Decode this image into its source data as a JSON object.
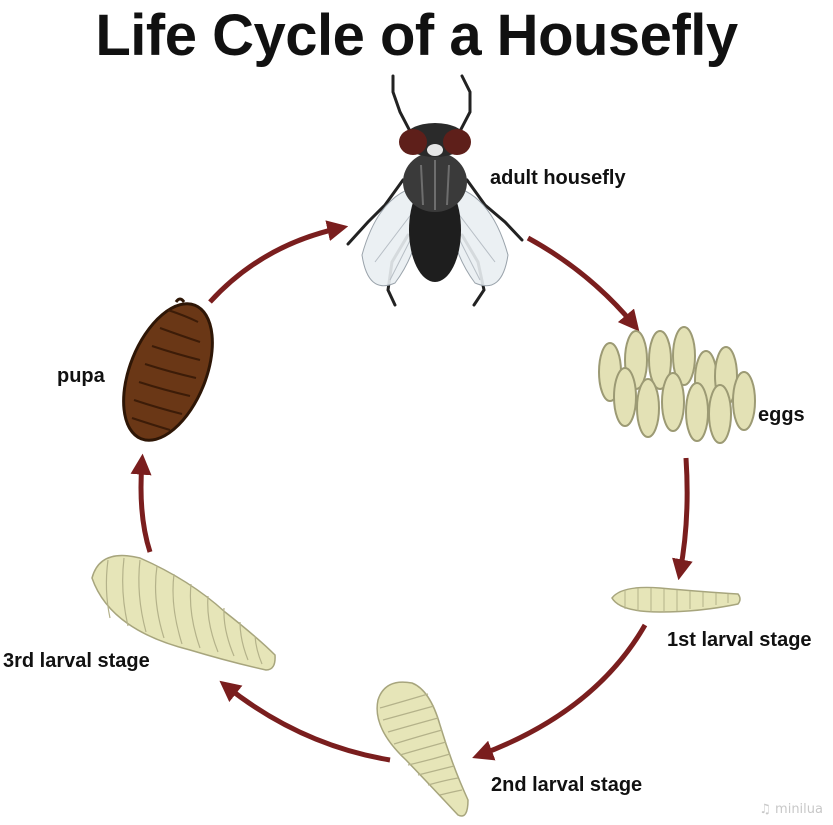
{
  "title": "Life Cycle of a Housefly",
  "stages": {
    "adult": "adult housefly",
    "eggs": "eggs",
    "larva1": "1st larval stage",
    "larva2": "2nd larval stage",
    "larva3": "3rd larval stage",
    "pupa": "pupa"
  },
  "watermark": "minilua",
  "colors": {
    "arrow": "#7a1e1e",
    "egg": "#e3e1b5",
    "larva": "#e6e5b8",
    "pupa": "#6a3716",
    "fly_body": "#2b2b2b"
  }
}
